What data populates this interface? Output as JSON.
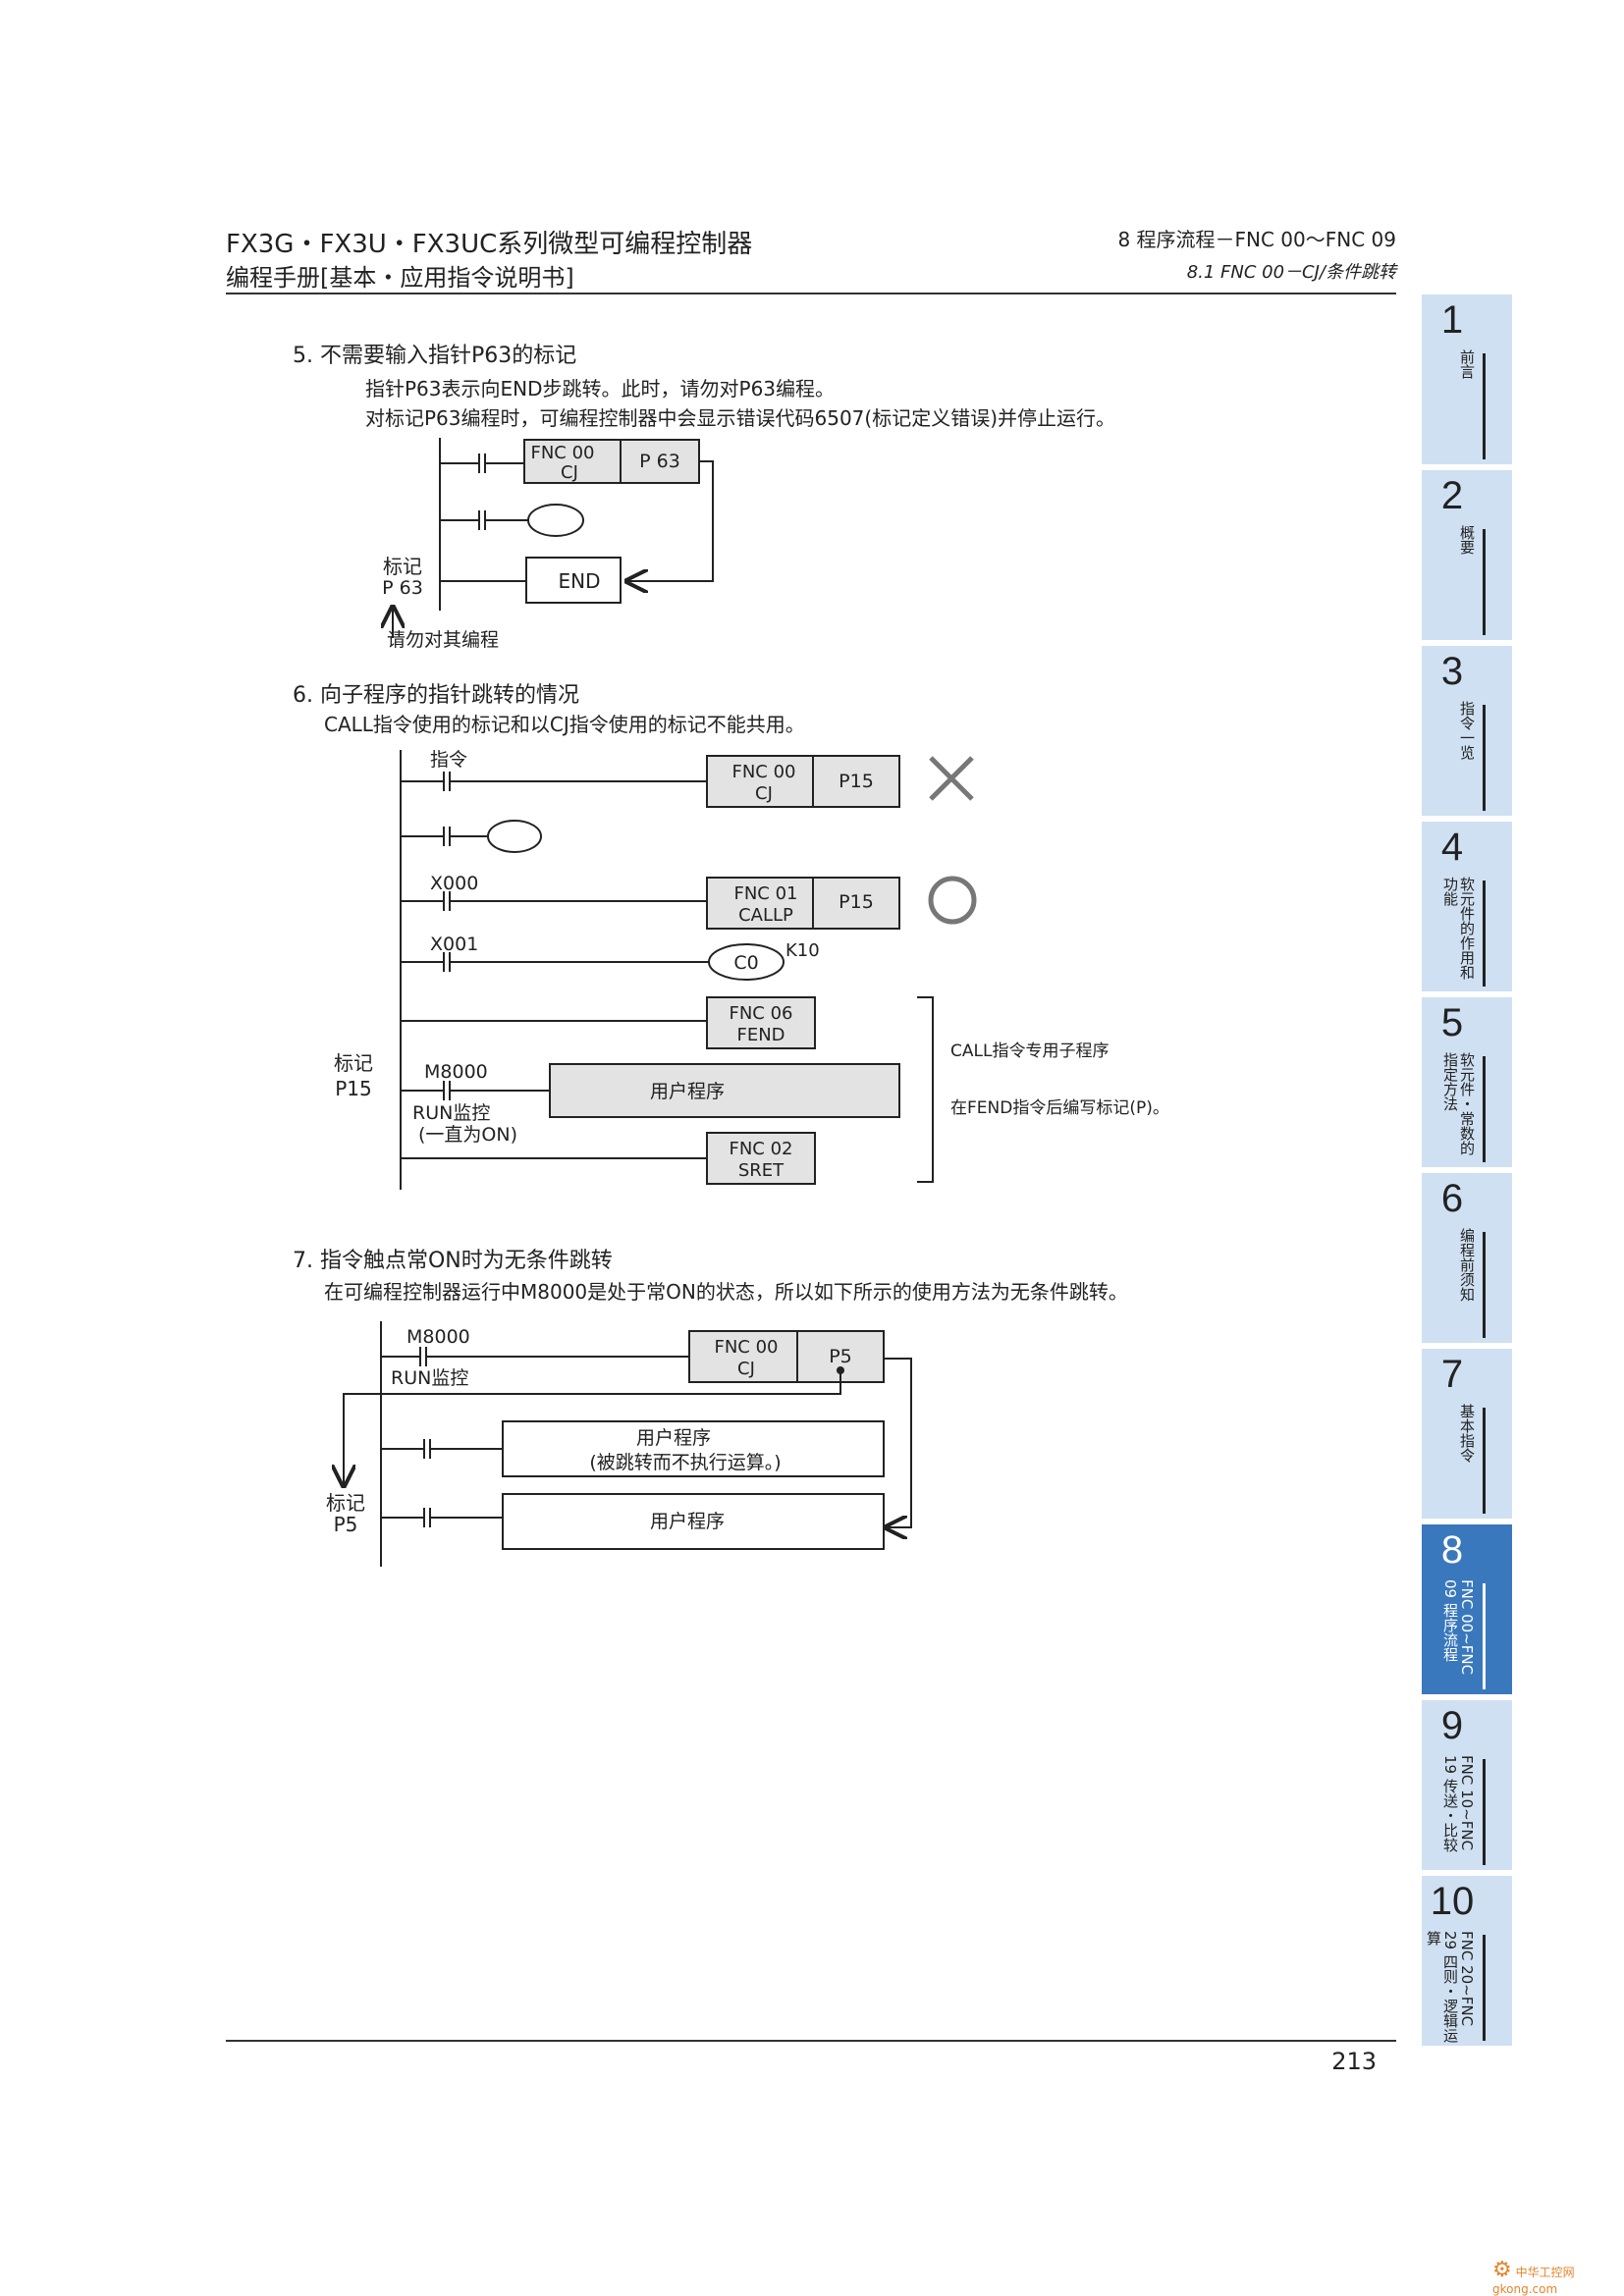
{
  "header": {
    "title_line1": "FX3G・FX3U・FX3UC系列微型可编程控制器",
    "title_line2": "编程手册[基本・应用指令说明书]",
    "chapter": "8 程序流程－FNC 00～FNC 09",
    "section": "8.1 FNC 00－CJ/条件跳转"
  },
  "sections": [
    {
      "title": "5. 不需要输入指针P63的标记",
      "lines": [
        "指针P63表示向END步跳转。此时，请勿对P63编程。",
        "对标记P63编程时，可编程控制器中会显示错误代码6507(标记定义错误)并停止运行。"
      ]
    },
    {
      "title": "6. 向子程序的指针跳转的情况",
      "lines": [
        "CALL指令使用的标记和以CJ指令使用的标记不能共用。"
      ]
    },
    {
      "title": "7. 指令触点常ON时为无条件跳转",
      "lines": [
        "在可编程控制器运行中M8000是处于常ON的状态，所以如下所示的使用方法为无条件跳转。"
      ]
    }
  ],
  "diagram1": {
    "fnc_line1": "FNC 00",
    "fnc_line2": "CJ",
    "pointer": "P 63",
    "end": "END",
    "label_line1": "标记",
    "label_line2": "P 63",
    "note": "请勿对其编程"
  },
  "diagram2": {
    "contact_label": "指令",
    "cj_line1": "FNC 00",
    "cj_line2": "CJ",
    "cj_pointer": "P15",
    "x000": "X000",
    "callp_line1": "FNC 01",
    "callp_line2": "CALLP",
    "callp_pointer": "P15",
    "x001": "X001",
    "counter": "C0",
    "k_value": "K10",
    "fend_line1": "FNC 06",
    "fend_line2": "FEND",
    "label_line1": "标记",
    "label_line2": "P15",
    "m8000": "M8000",
    "run_line1": "RUN监控",
    "run_line2": "(一直为ON)",
    "user_program": "用户程序",
    "sret_line1": "FNC 02",
    "sret_line2": "SRET",
    "note1": "CALL指令专用子程序",
    "note2": "在FEND指令后编写标记(P)。"
  },
  "diagram3": {
    "m8000": "M8000",
    "run": "RUN监控",
    "cj_line1": "FNC 00",
    "cj_line2": "CJ",
    "pointer": "P5",
    "user_program1_line1": "用户程序",
    "user_program1_line2": "(被跳转而不执行运算。)",
    "user_program2": "用户程序",
    "label_line1": "标记",
    "label_line2": "P5"
  },
  "tabs": [
    {
      "num": "1",
      "label": "前言"
    },
    {
      "num": "2",
      "label": "概要"
    },
    {
      "num": "3",
      "label": "指令一览"
    },
    {
      "num": "4",
      "label": "软元件的作用和功能"
    },
    {
      "num": "5",
      "label": "软元件・常数的指定方法"
    },
    {
      "num": "6",
      "label": "编程前须知"
    },
    {
      "num": "7",
      "label": "基本指令"
    },
    {
      "num": "8",
      "label": "FNC 00~FNC 09 程序流程"
    },
    {
      "num": "9",
      "label": "FNC 10~FNC 19 传送・比较"
    },
    {
      "num": "10",
      "label": "FNC 20~FNC 29 四则・逻辑运算"
    }
  ],
  "active_tab_index": 7,
  "page_number": "213",
  "watermark": "中华工控网 gkong.com"
}
